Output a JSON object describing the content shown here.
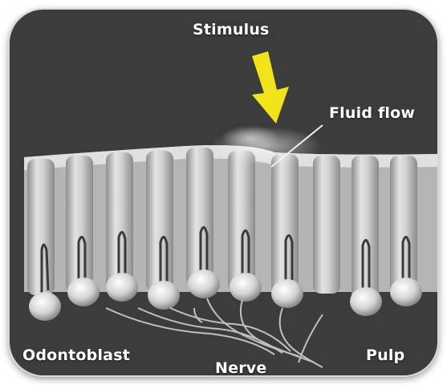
{
  "labels": {
    "stimulus": "Stimulus",
    "fluid_flow": "Fluid flow",
    "odontoblast": "Odontoblast",
    "nerve": "Nerve",
    "pulp": "Pulp"
  },
  "colors": {
    "background": "#3c3c3c",
    "arrow": "#f2e41b",
    "tissue": "#bfbfbf",
    "text": "#ffffff"
  },
  "icons": {
    "arrow": "down-arrow-icon"
  }
}
